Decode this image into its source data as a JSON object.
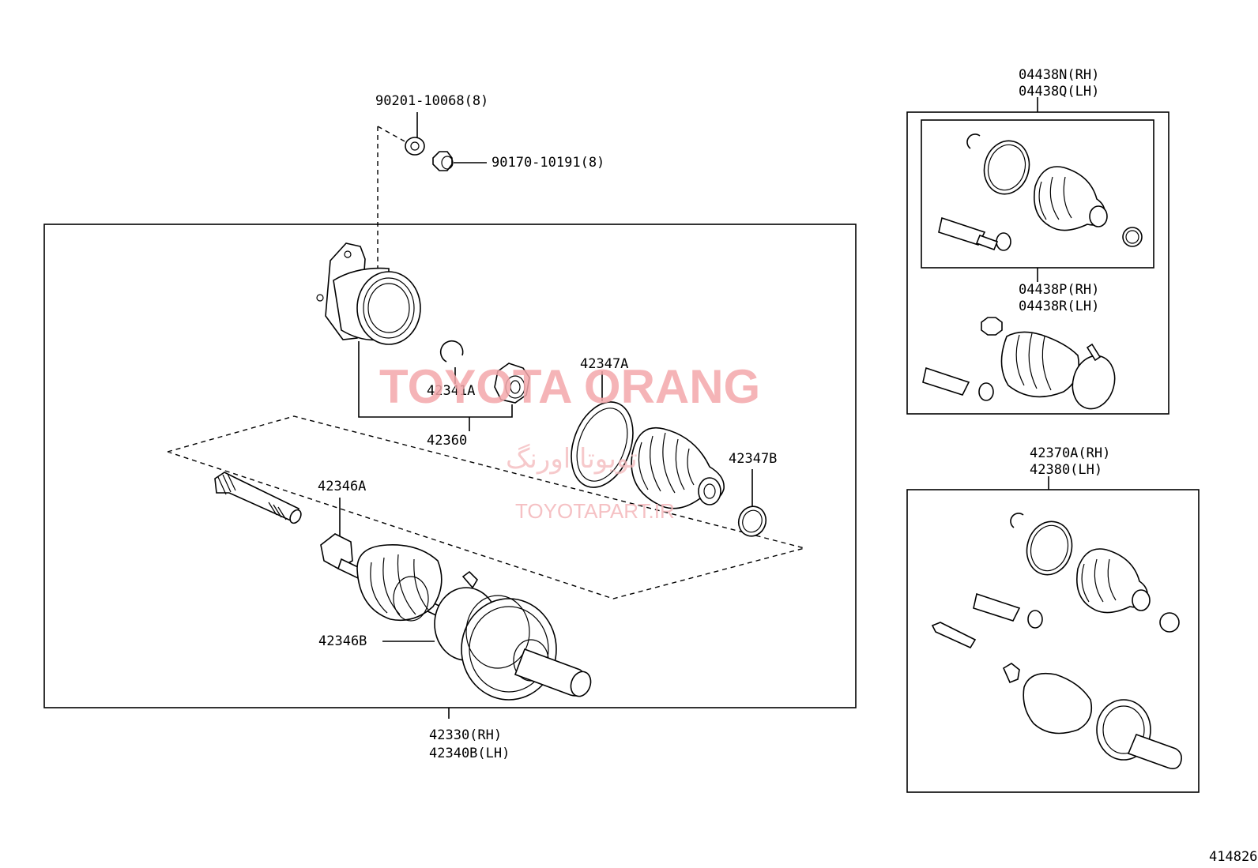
{
  "labels": {
    "bolt_90201": "90201-10068(8)",
    "nut_90170": "90170-10191(8)",
    "snap_ring_42341a": "42341A",
    "inboard_joint_42360": "42360",
    "boot_clamp_42347a": "42347A",
    "boot_clamp_42347b": "42347B",
    "shaft_42346a": "42346A",
    "joint_42346b": "42346B",
    "assy_rh": "42330(RH)",
    "assy_lh": "42340B(LH)",
    "kit_inner_rh": "04438N(RH)",
    "kit_inner_lh": "04438Q(LH)",
    "kit_outer_rh": "04438P(RH)",
    "kit_outer_lh": "04438R(LH)",
    "shaft_assy_rh": "42370A(RH)",
    "shaft_assy_lh": "42380(LH)",
    "figure_id": "414826"
  },
  "watermark": {
    "brand": "TOYOTA ORANG",
    "brand_fa": "تویوتا اورنگ",
    "url": "TOYOTAPART.IR"
  },
  "colors": {
    "line": "#000000",
    "watermark": "#f4a7ab"
  }
}
